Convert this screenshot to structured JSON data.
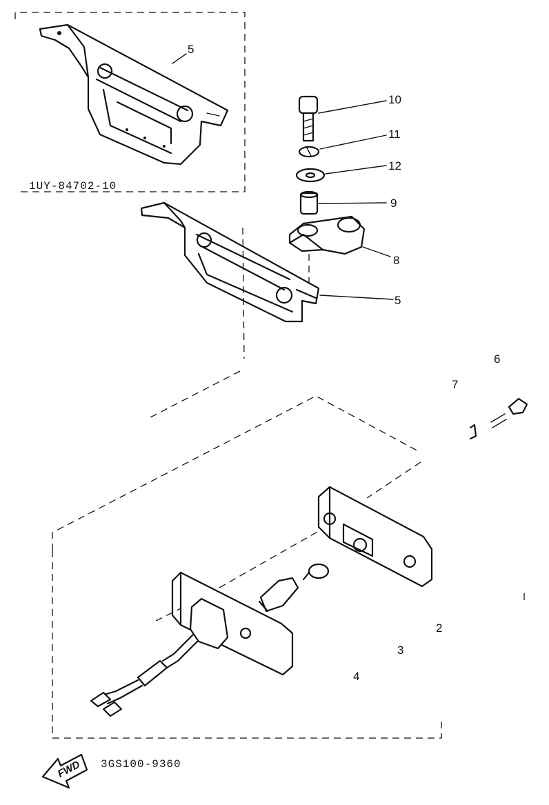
{
  "kit_label": "1UY-84702-10",
  "assembly_label": "3GS100-9360",
  "fwd_label": "FWD",
  "callouts": {
    "c5_top": "5",
    "c10": "10",
    "c11": "11",
    "c12": "12",
    "c9": "9",
    "c8": "8",
    "c5": "5",
    "c6": "6",
    "c7": "7",
    "c2": "2",
    "c3": "3",
    "c4": "4"
  }
}
